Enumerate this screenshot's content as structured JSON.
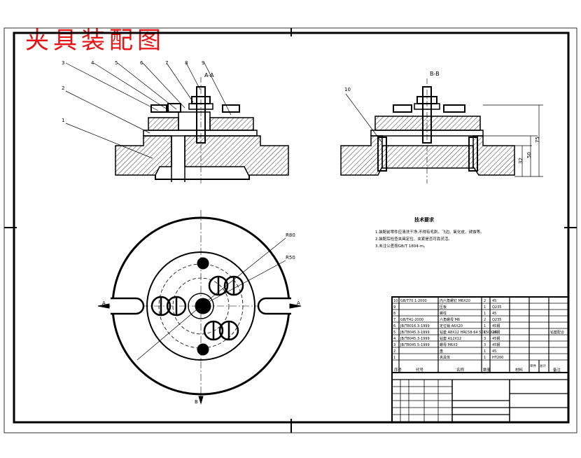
{
  "title": "夹具装配图",
  "section_labels": {
    "aa": "A-A",
    "bb": "B-B"
  },
  "part_callouts": [
    "1",
    "2",
    "3",
    "4",
    "5",
    "6",
    "7",
    "8",
    "9",
    "10"
  ],
  "dimensions": {
    "d1": "R80",
    "d2": "R50",
    "h1": "75",
    "h2": "50",
    "h3": "32"
  },
  "view_marks": {
    "a_left": "A",
    "a_right": "A",
    "b_bottom": "B"
  },
  "notes": {
    "heading": "技术要求",
    "lines": [
      "1.装配前零件应清洗干净,不得有毛刺、飞边、氧化皮、锈蚀等。",
      "2.装配后检查夹具定位、夹紧是否可靠灵活。",
      "3.未注公差按GB/T 1804-m。"
    ]
  },
  "bom": [
    {
      "no": "10",
      "code": "GB/T70.1-2000",
      "name": "内六角螺钉 M6X20",
      "qty": "2",
      "material": "45",
      "note": ""
    },
    {
      "no": "9",
      "code": "",
      "name": "压板",
      "qty": "1",
      "material": "Q235",
      "note": ""
    },
    {
      "no": "8",
      "code": "",
      "name": "螺柱",
      "qty": "1",
      "material": "45",
      "note": ""
    },
    {
      "no": "7",
      "code": "GB/T41-2000",
      "name": "六角螺母 M6",
      "qty": "2",
      "material": "Q235",
      "note": ""
    },
    {
      "no": "6",
      "code": "JB/T8016.3-1999",
      "name": "定位销 A6X20",
      "qty": "1",
      "material": "45钢",
      "note": ""
    },
    {
      "no": "5",
      "code": "JB/T8045.3-1999",
      "name": "钻套 A8X12 HRC58-64 50X50X16",
      "qty": "1",
      "material": "20钢",
      "note": "钻套配合"
    },
    {
      "no": "4",
      "code": "JB/T8045.3-1999",
      "name": "钻套 A12X12",
      "qty": "3",
      "material": "45钢",
      "note": ""
    },
    {
      "no": "3",
      "code": "JB/T8045.5-1999",
      "name": "螺母 M6X3",
      "qty": "3",
      "material": "45钢",
      "note": ""
    },
    {
      "no": "2",
      "code": "",
      "name": "盘",
      "qty": "1",
      "material": "45",
      "note": ""
    },
    {
      "no": "1",
      "code": "",
      "name": "夹具体",
      "qty": "1",
      "material": "HT200",
      "note": ""
    }
  ],
  "bom_header": {
    "no": "序号",
    "code": "代号",
    "name": "名称",
    "qty": "数量",
    "material": "材料",
    "weight_single": "单件",
    "weight_total": "总计",
    "note": "备注"
  }
}
